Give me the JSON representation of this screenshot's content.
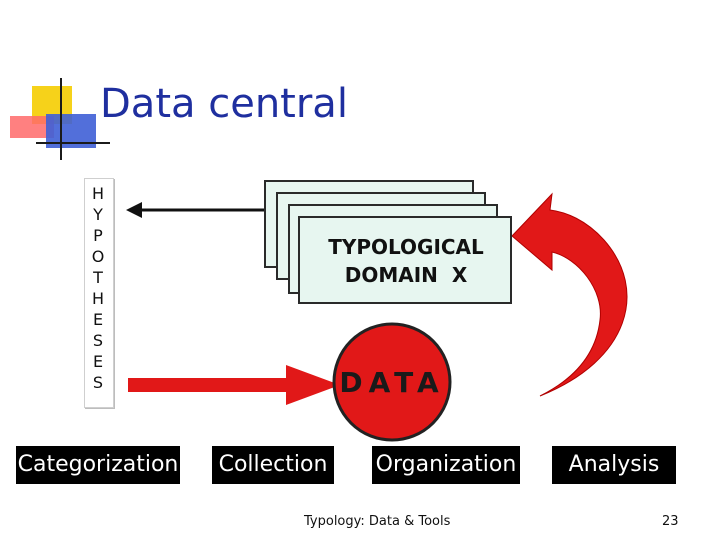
{
  "slide": {
    "title": "Data central",
    "hypotheses_letters": [
      "H",
      "Y",
      "P",
      "O",
      "T",
      "H",
      "E",
      "S",
      "E",
      "S"
    ],
    "domain": {
      "line1": "TYPOLOGICAL",
      "line2": "DOMAIN  X"
    },
    "data_label": "DATA",
    "stages": [
      "Categorization",
      "Collection",
      "Organization",
      "Analysis"
    ],
    "footer": {
      "text": "Typology: Data & Tools",
      "page_number": "23"
    }
  },
  "colors": {
    "title": "#1f2f9f",
    "data_circle": "#e11818",
    "curved_arrow": "#e11818",
    "domain_card": "#e7f6f0",
    "stage_bar": "#000000"
  }
}
